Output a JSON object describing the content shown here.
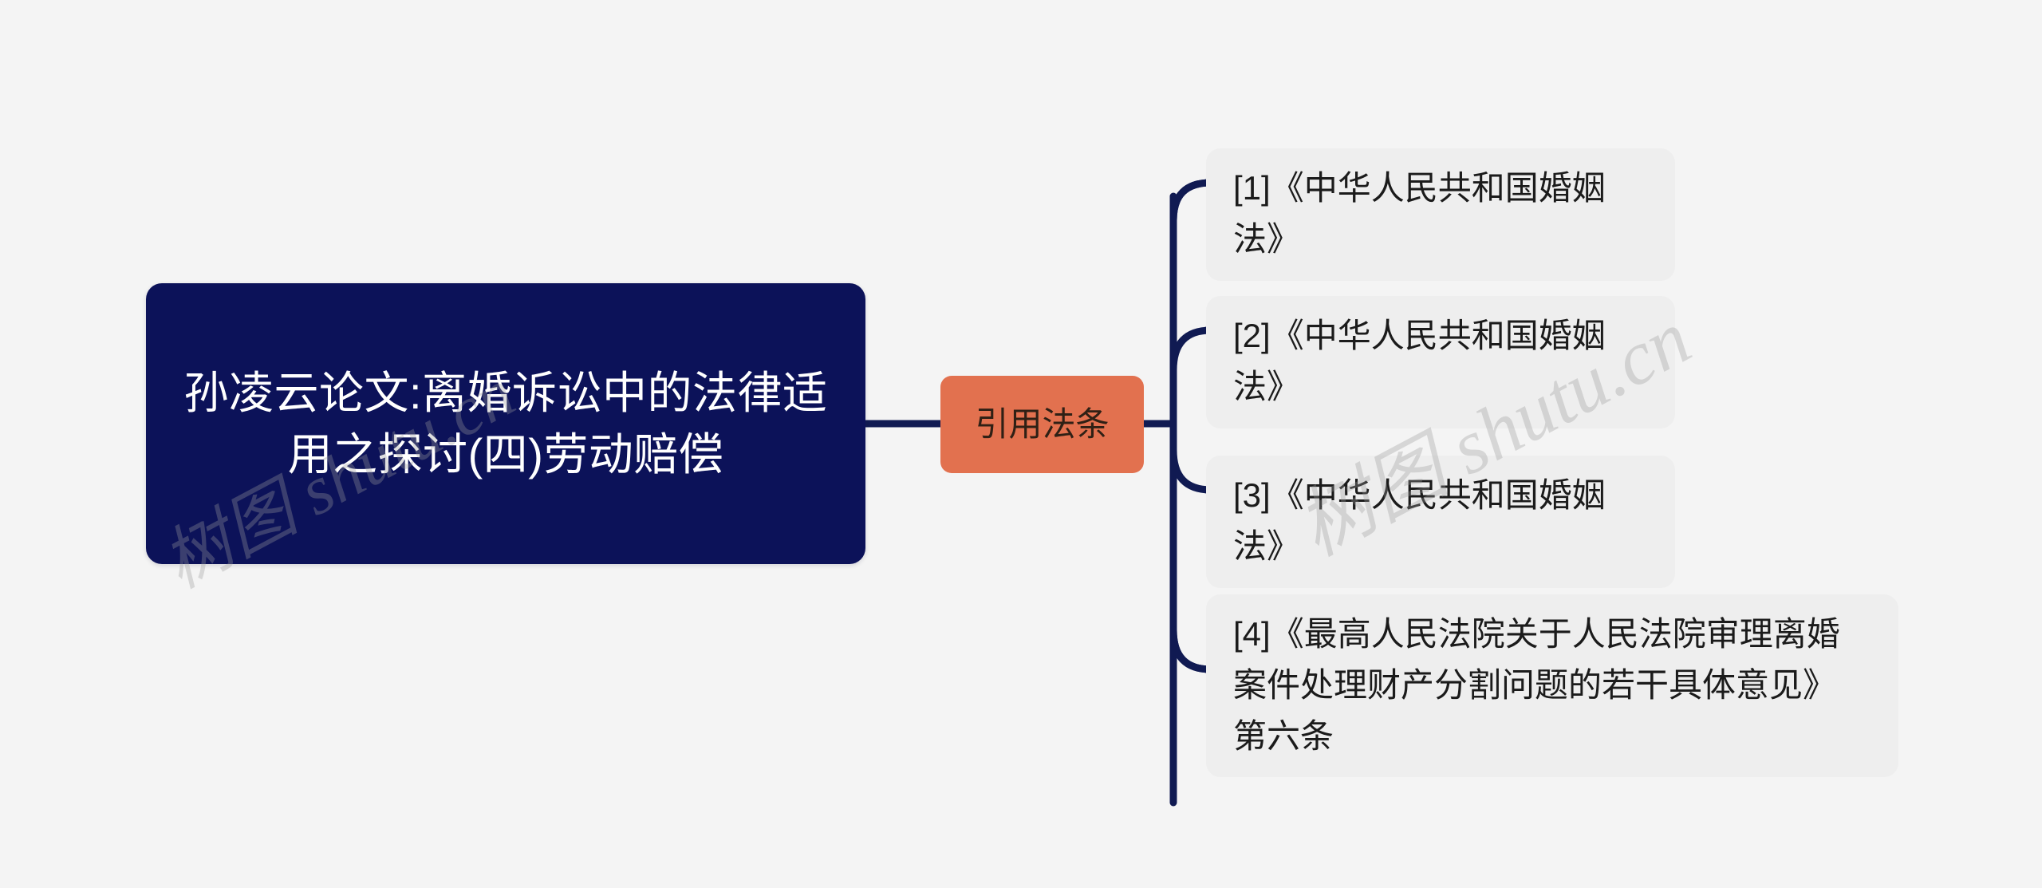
{
  "diagram": {
    "type": "mindmap",
    "orientation": "left-to-right",
    "background_color": "#f4f4f4",
    "root": {
      "label": "孙凌云论文:离婚诉讼中的法律适用之探讨(四)劳动赔偿",
      "fill_color": "#0c1259",
      "text_color": "#ffffff"
    },
    "branch": {
      "label": "引用法条",
      "fill_color": "#e2714f",
      "text_color": "#2f2015"
    },
    "leaves": [
      {
        "index": "[1]",
        "label": "[1]《中华人民共和国婚姻法》",
        "fill_color": "#eeeeee",
        "text_color": "#1b1b1b"
      },
      {
        "index": "[2]",
        "label": "[2]《中华人民共和国婚姻法》",
        "fill_color": "#eeeeee",
        "text_color": "#1b1b1b"
      },
      {
        "index": "[3]",
        "label": "[3]《中华人民共和国婚姻法》",
        "fill_color": "#eeeeee",
        "text_color": "#1b1b1b"
      },
      {
        "index": "[4]",
        "label": "[4]《最高人民法院关于人民法院审理离婚案件处理财产分割问题的若干具体意见》 第六条",
        "fill_color": "#eeeeee",
        "text_color": "#1b1b1b"
      }
    ],
    "connector_color": "#101a52"
  },
  "watermark": {
    "text_left": "树图 shutu.cn",
    "text_right": "树图 shutu.cn",
    "color": "#9c9c9c"
  }
}
